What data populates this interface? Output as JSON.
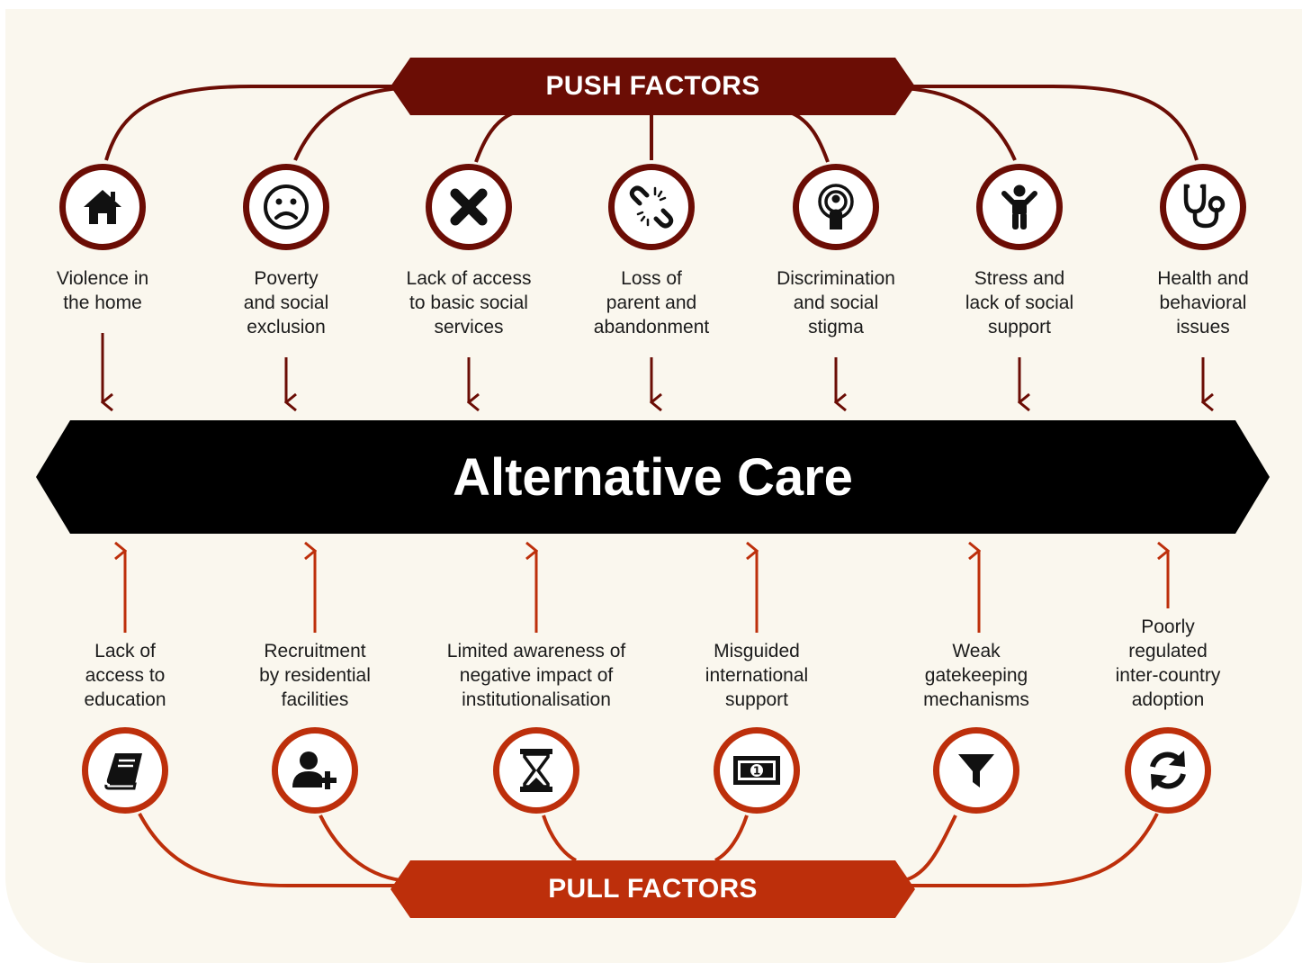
{
  "push_banner": "PUSH FACTORS",
  "pull_banner": "PULL FACTORS",
  "center_label": "Alternative Care",
  "colors": {
    "push": "#6b0d05",
    "pull": "#bd2f0b",
    "center": "#000000",
    "background": "#faf7ee"
  },
  "push": [
    {
      "label": "Violence in\nthe home",
      "icon": "house-icon"
    },
    {
      "label": "Poverty\nand social\nexclusion",
      "icon": "sad-face-icon"
    },
    {
      "label": "Lack of access\nto basic social\nservices",
      "icon": "cross-icon"
    },
    {
      "label": "Loss of\nparent and\nabandonment",
      "icon": "broken-link-icon"
    },
    {
      "label": "Discrimination\nand social\nstigma",
      "icon": "broadcast-person-icon"
    },
    {
      "label": "Stress and\nlack of social\nsupport",
      "icon": "child-icon"
    },
    {
      "label": "Health and\nbehavioral\nissues",
      "icon": "stethoscope-icon"
    }
  ],
  "pull": [
    {
      "label": "Lack of\naccess to\neducation",
      "icon": "book-icon"
    },
    {
      "label": "Recruitment\nby residential\nfacilities",
      "icon": "add-user-icon"
    },
    {
      "label": "Limited awareness of\nnegative impact of\ninstitutionalisation",
      "icon": "hourglass-icon"
    },
    {
      "label": "Misguided\ninternational\nsupport",
      "icon": "money-icon"
    },
    {
      "label": "Weak\ngatekeeping\nmechanisms",
      "icon": "filter-icon"
    },
    {
      "label": "Poorly\nregulated\ninter-country\nadoption",
      "icon": "refresh-icon"
    }
  ]
}
